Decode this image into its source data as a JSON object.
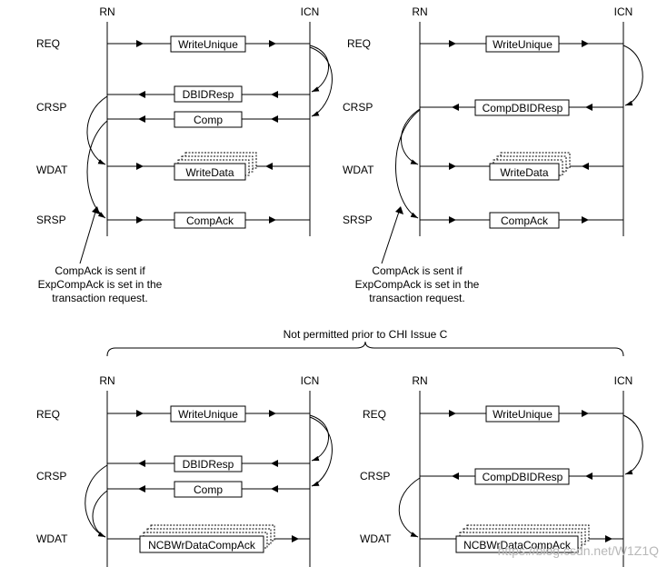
{
  "diagrams": [
    {
      "id": "top-left",
      "node_rn": "RN",
      "node_icn": "ICN",
      "channels": [
        "REQ",
        "CRSP",
        "WDAT",
        "SRSP"
      ],
      "messages": [
        "WriteUnique",
        "DBIDResp",
        "Comp",
        "WriteData",
        "CompAck"
      ],
      "note_lines": [
        "CompAck is sent if",
        "ExpCompAck is set in the",
        "transaction request."
      ]
    },
    {
      "id": "top-right",
      "node_rn": "RN",
      "node_icn": "ICN",
      "channels": [
        "REQ",
        "CRSP",
        "WDAT",
        "SRSP"
      ],
      "messages": [
        "WriteUnique",
        "CompDBIDResp",
        "WriteData",
        "CompAck"
      ],
      "note_lines": [
        "CompAck is sent if",
        "ExpCompAck is set in the",
        "transaction request."
      ]
    },
    {
      "id": "bottom-left",
      "node_rn": "RN",
      "node_icn": "ICN",
      "channels": [
        "REQ",
        "CRSP",
        "WDAT"
      ],
      "messages": [
        "WriteUnique",
        "DBIDResp",
        "Comp",
        "NCBWrDataCompAck"
      ]
    },
    {
      "id": "bottom-right",
      "node_rn": "RN",
      "node_icn": "ICN",
      "channels": [
        "REQ",
        "CRSP",
        "WDAT"
      ],
      "messages": [
        "WriteUnique",
        "CompDBIDResp",
        "NCBWrDataCompAck"
      ]
    }
  ],
  "brace_label": "Not permitted prior to CHI Issue C",
  "watermark": "https://blog.csdn.net/W1Z1Q"
}
